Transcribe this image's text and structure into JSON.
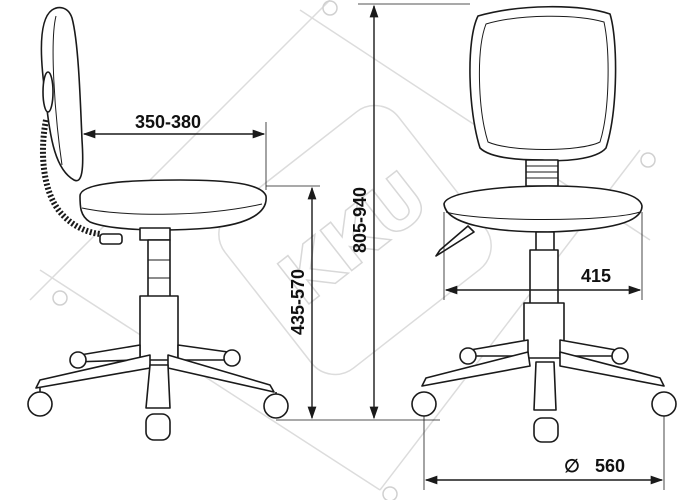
{
  "diagram": {
    "watermark_text": "KKU",
    "colors": {
      "line": "#1a1a1a",
      "watermark": "#d8d8d8",
      "background": "#ffffff"
    },
    "dimensions": {
      "seat_depth": "350-380",
      "seat_height": "435-570",
      "total_height": "805-940",
      "seat_width": "415",
      "base_diameter": "560",
      "diameter_symbol": "∅"
    }
  }
}
